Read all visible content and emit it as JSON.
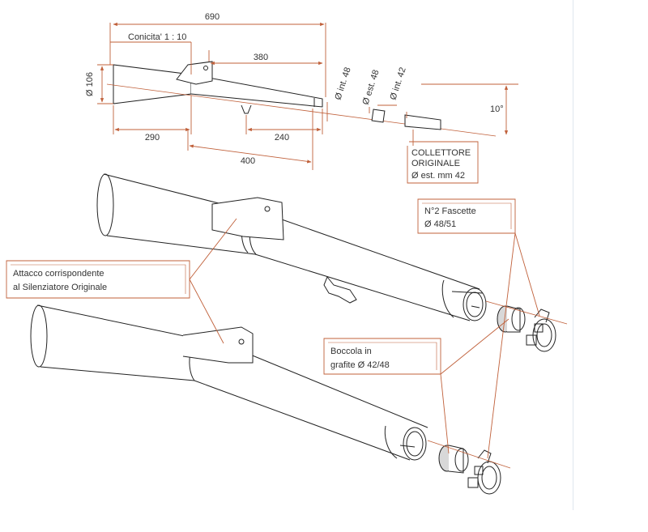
{
  "drawing": {
    "dimensions": {
      "overall_length": "690",
      "conicity": "Conicita' 1 : 10",
      "cone_length": "290",
      "bracket_to_end": "380",
      "bracket_span": "240",
      "bracket_offset": "400",
      "diameter_inlet": "Ø 106",
      "diameter_int_48": "Ø int. 48",
      "diameter_est_48": "Ø est. 48",
      "diameter_int_42": "Ø int. 42",
      "angle": "10°"
    },
    "labels": {
      "collector_line1": "COLLETTORE",
      "collector_line2": "ORIGINALE",
      "collector_line3": "Ø est. mm 42",
      "clamps_line1": "N°2 Fascette",
      "clamps_line2": "Ø 48/51",
      "attachment_line1": "Attacco corrispondente",
      "attachment_line2": "al Silenziatore Originale",
      "bushing_line1": "Boccola in",
      "bushing_line2": "grafite Ø 42/48"
    }
  },
  "colors": {
    "dimension_lines": "#c0603a",
    "outline": "#222222",
    "bushing_fill": "#d8d8d8",
    "edge_line": "#dfe6ee"
  }
}
